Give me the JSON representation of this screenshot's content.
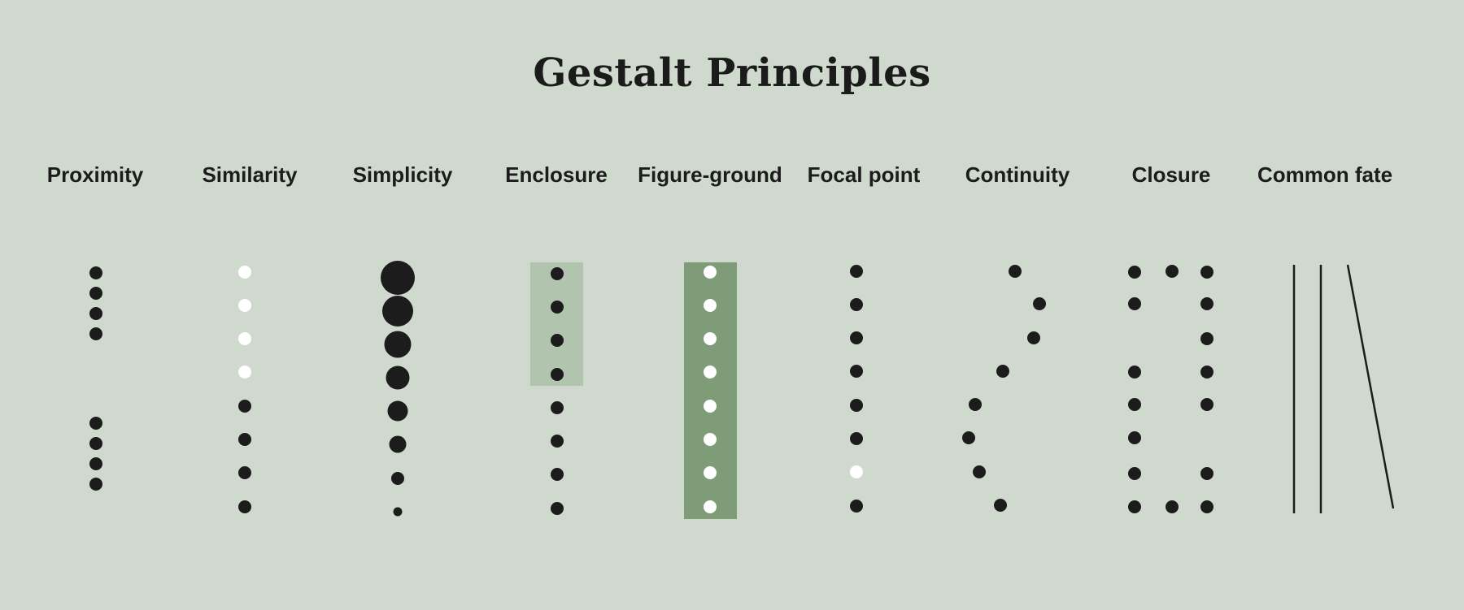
{
  "title": "Gestalt Principles",
  "colors": {
    "background": "#cfd9cd",
    "dot_dark": "#1c1c1c",
    "dot_light": "#ffffff",
    "enclosure_fill": "#b1c4ae",
    "figure_ground_fill": "#7f9c79"
  },
  "principles": [
    {
      "label": "Proximity"
    },
    {
      "label": "Similarity"
    },
    {
      "label": "Simplicity"
    },
    {
      "label": "Enclosure"
    },
    {
      "label": "Figure-ground"
    },
    {
      "label": "Focal point"
    },
    {
      "label": "Continuity"
    },
    {
      "label": "Closure"
    },
    {
      "label": "Common fate"
    }
  ]
}
